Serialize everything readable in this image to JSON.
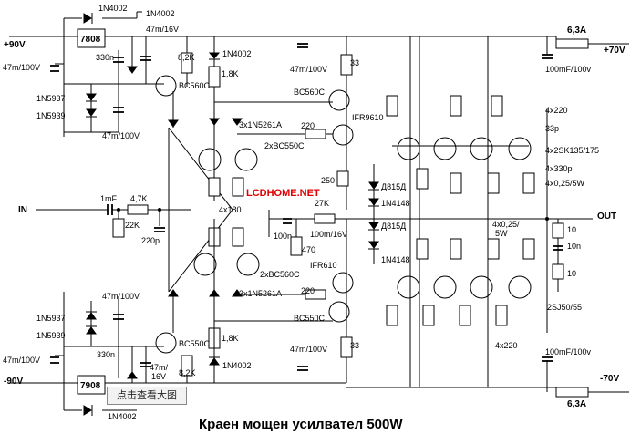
{
  "title": "Краен мощен усилвател 500W",
  "watermark": "LCDHOME.NET",
  "view_button": "点击查看大图",
  "rails": {
    "pos_in": "+90V",
    "neg_in": "-90V",
    "pos_out": "+70V",
    "neg_out": "-70V"
  },
  "io": {
    "input": "IN",
    "output": "OUT"
  },
  "fuses": {
    "top": "6,3A",
    "bottom": "6,3A"
  },
  "labels": {
    "d1_top": "1N4002",
    "d2_top": "1N4002",
    "d3_top": "1N4002",
    "reg_top": "7808",
    "reg_bot": "7908",
    "c_47_16_top": "47m/16V",
    "c_330n_top": "330n",
    "c_47_100_tl": "47m/100V",
    "c_47_100_tl2": "47m/100V",
    "z_1n5937_top": "1N5937",
    "z_1n5939_top": "1N5939",
    "r_8k2_top": "8,2K",
    "q_bc560_top": "BC560C",
    "r_1k8_top": "1,8K",
    "c_47_100_tm": "47m/100V",
    "r_33_top": "33",
    "q_bc560_drv": "BC560C",
    "z_3x_top": "3x1N5261A",
    "q_2xbc550": "2xBC550C",
    "r_220_top": "220",
    "q_irf9610": "IFR9610",
    "r_250": "250",
    "d_815_top": "Д815Д",
    "d_4148_top": "1N4148",
    "r_27k": "27K",
    "d_815_bot": "Д815Д",
    "d_4148_bot": "1N4148",
    "c_1mf": "1mF",
    "r_4k7": "4,7K",
    "r_22k": "22K",
    "c_220p": "220p",
    "r_4x180": "4x180",
    "c_100n": "100n",
    "c_100m16": "100m/16V",
    "r_470": "470",
    "q_2xbc560": "2xBC560C",
    "q_irf610": "IFR610",
    "z_3x_bot": "3x1N5261A",
    "r_220_bot": "220",
    "q_bc550_drv": "BC550C",
    "c_47_100_bm": "47m/100V",
    "r_33_bot": "33",
    "r_1k8_bot": "1,8K",
    "d_4002_bot": "1N4002",
    "q_bc550_bot": "BC550C",
    "r_8k2_bot": "8,2K",
    "c_47_16_bot": "47m/\n16V",
    "c_330n_bot": "330n",
    "c_47_100_bl": "47m/100V",
    "c_47_100_bl2": "47m/100V",
    "z_1n5937_bot": "1N5937",
    "z_1n5939_bot": "1N5939",
    "d_4002_bot2": "1N4002",
    "c_100mf_top": "100mF/100v",
    "c_100mf_bot": "100mF/100v",
    "r_4x220_top": "4x220",
    "c_33p": "33p",
    "q_2sk135": "4x2SK135/175",
    "c_4x330p": "4x330p",
    "r_4x025_top": "4x0,25/5W",
    "r_4x025_bot": "4x0,25/",
    "r_4x025_bot2": "5W",
    "r_10a": "10",
    "c_10n": "10n",
    "r_10b": "10",
    "q_2sj50": "2SJ50/55",
    "r_4x220_bot": "4x220"
  }
}
